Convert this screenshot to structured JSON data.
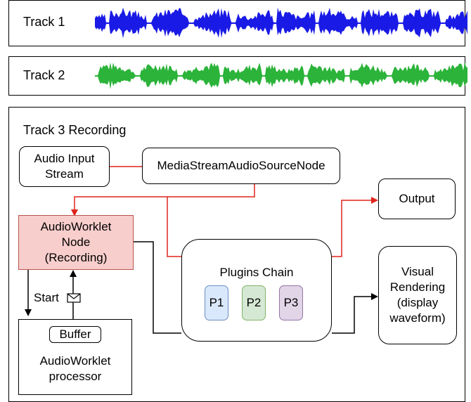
{
  "tracks": [
    {
      "label": "Track 1",
      "color": "#1a1ae6"
    },
    {
      "label": "Track 2",
      "color": "#2bb33a"
    }
  ],
  "recording": {
    "title": "Track 3 Recording",
    "nodes": {
      "audio_input": "Audio Input\nStream",
      "source_node": "MediaStreamAudioSourceNode",
      "output": "Output",
      "worklet_node": "AudioWorklet\nNode\n(Recording)",
      "plugins_chain": "Plugins Chain",
      "visual": "Visual\nRendering\n(display\nwaveform)",
      "processor": "AudioWorklet\nprocessor",
      "buffer": "Buffer"
    },
    "plugins": [
      {
        "label": "P1",
        "fill": "#dae8fc",
        "stroke": "#6c8ebf"
      },
      {
        "label": "P2",
        "fill": "#d5e8d4",
        "stroke": "#82b366"
      },
      {
        "label": "P3",
        "fill": "#e1d5e7",
        "stroke": "#9673a6"
      }
    ],
    "start_label": "Start",
    "colors": {
      "accent": "#e0241b",
      "worklet_fill": "#f8cecc",
      "worklet_stroke": "#b85450"
    }
  }
}
